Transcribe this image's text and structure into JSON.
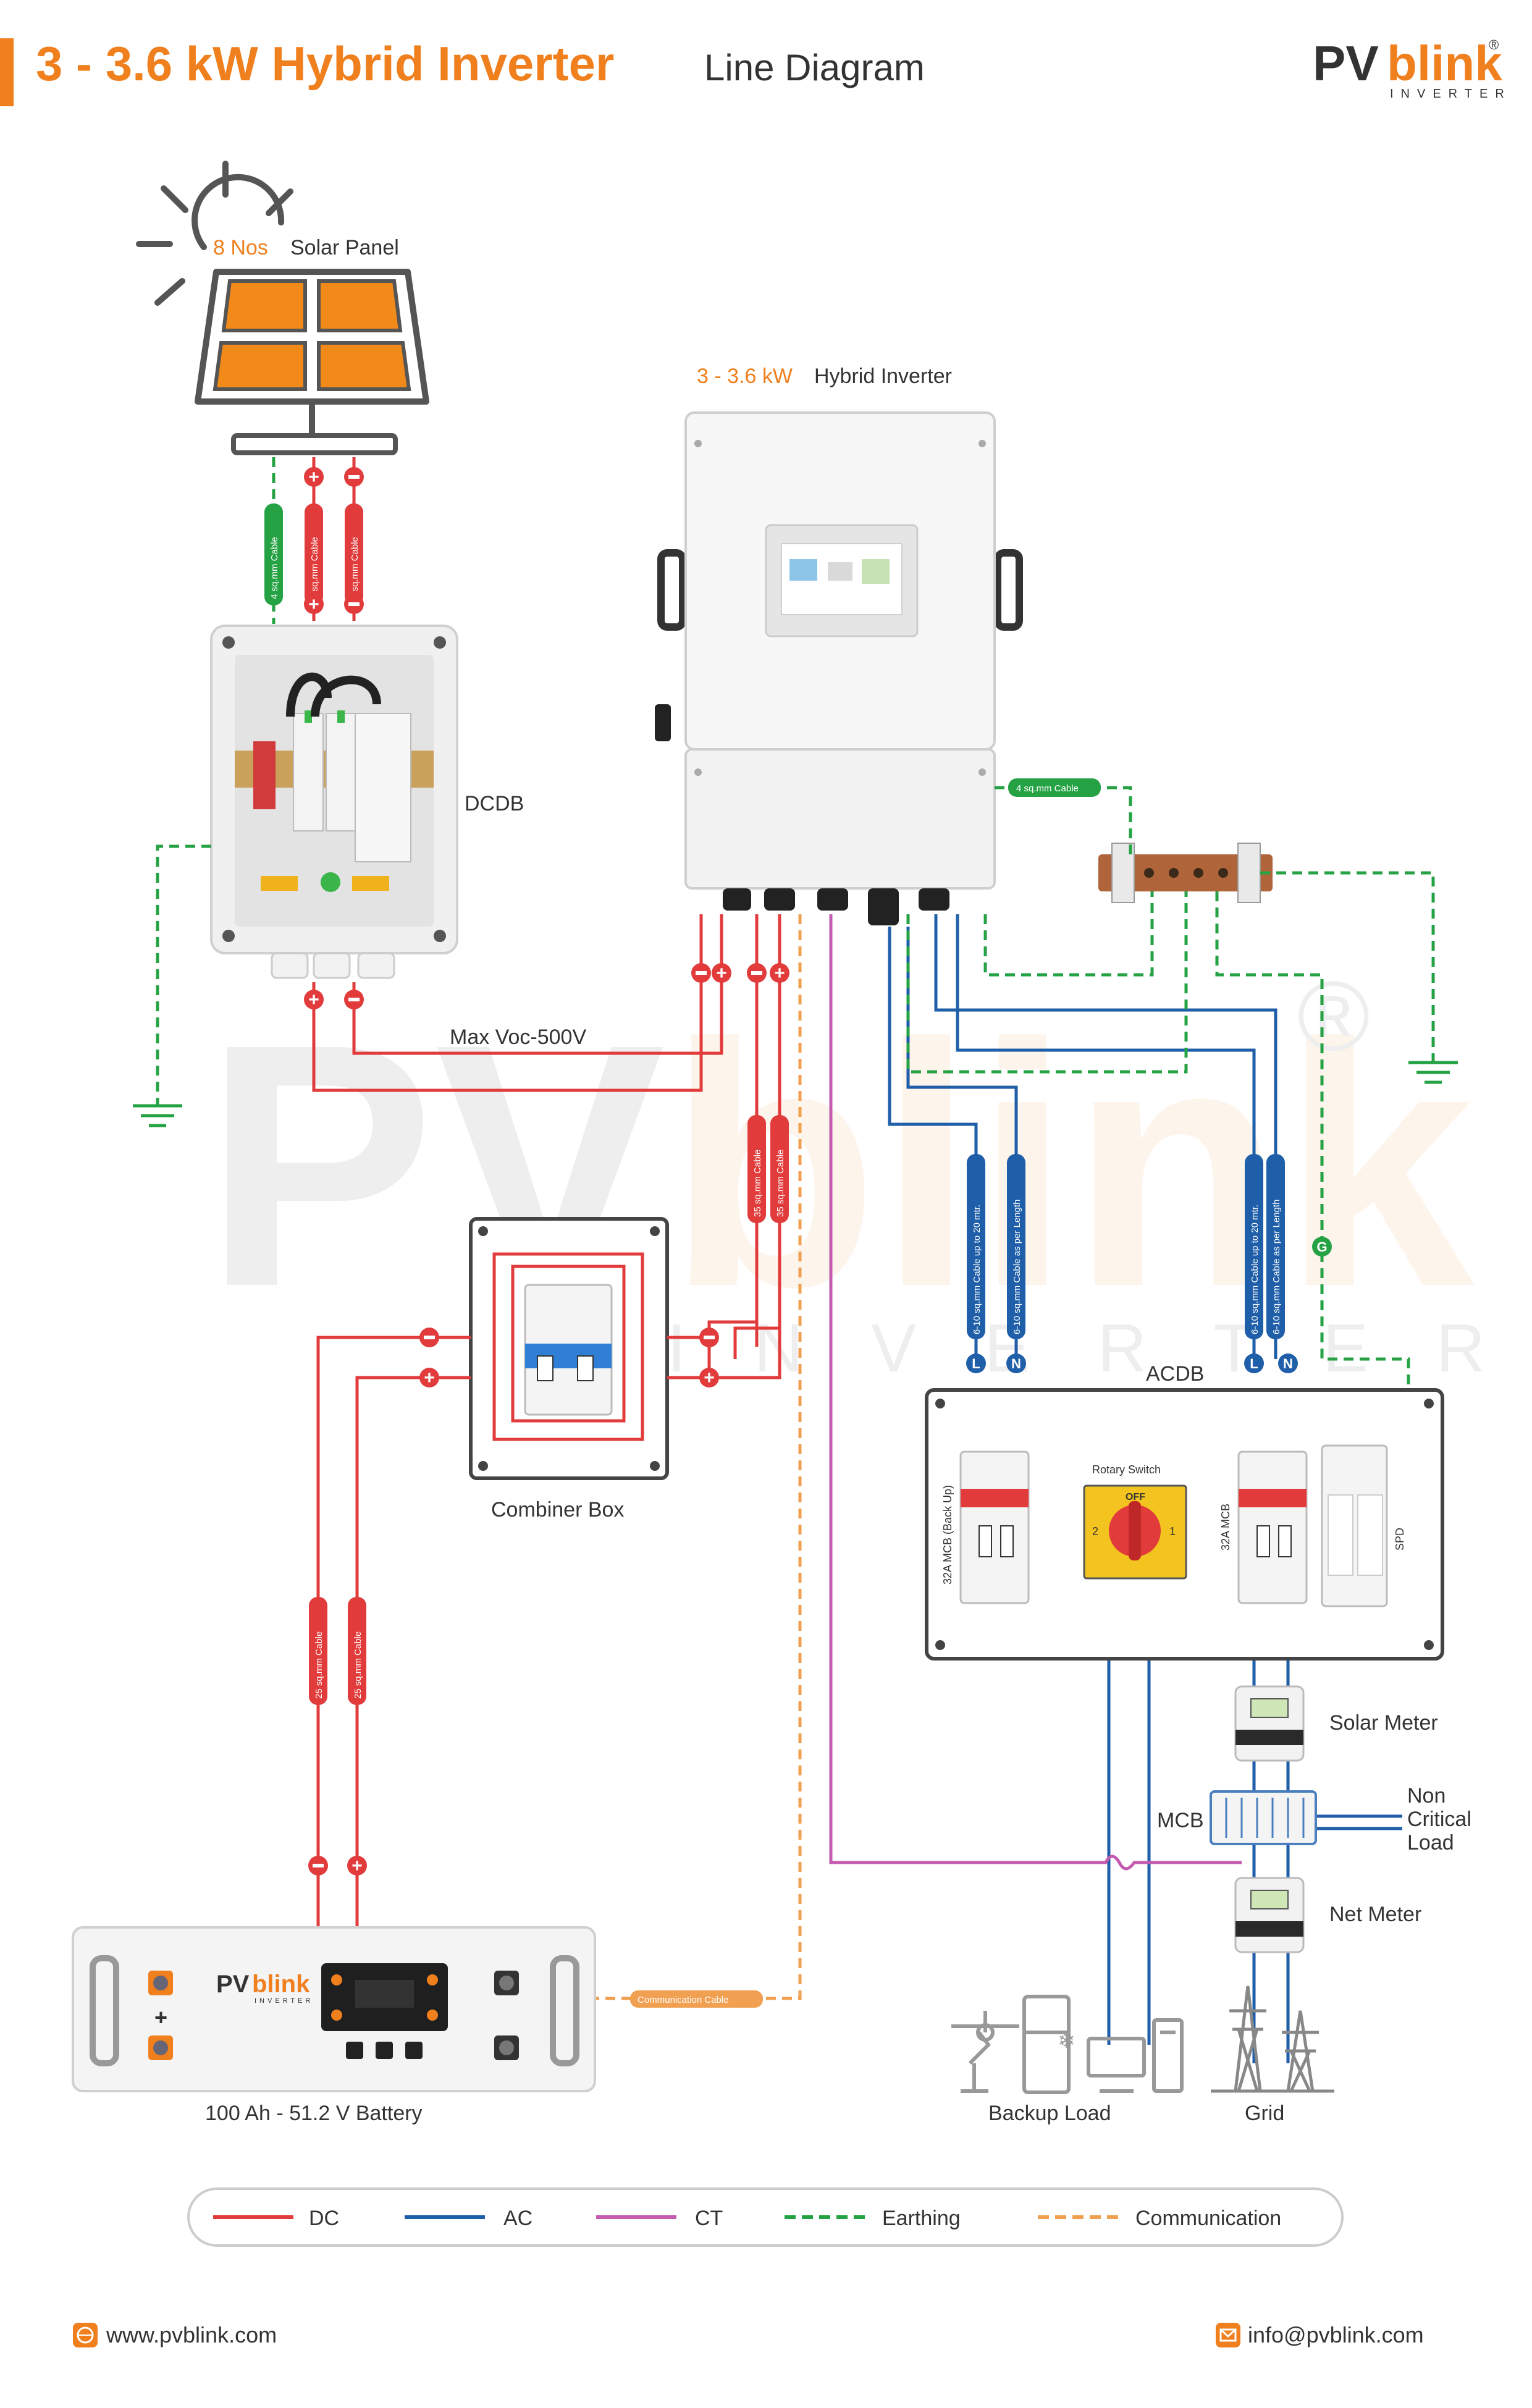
{
  "header": {
    "title_power": "3 - 3.6 kW Hybrid Inverter",
    "title_rest": "Line Diagram",
    "logo_pv": "PV",
    "logo_blink": "blink",
    "logo_sub": "INVERTER",
    "reg": "®"
  },
  "solar": {
    "qty": "8 Nos",
    "label": "Solar Panel"
  },
  "inverter": {
    "power": "3 - 3.6 kW",
    "label": "Hybrid Inverter"
  },
  "dcdb": {
    "label": "DCDB"
  },
  "cables": {
    "solar_earth": "4 sq.mm Cable",
    "solar_pos": "4 sq.mm Cable",
    "solar_neg": "4 sq.mm Cable",
    "inv_earth": "4 sq.mm Cable",
    "battery_link_1": "35 sq.mm Cable",
    "battery_link_2": "35 sq.mm Cable",
    "battery_1": "25 sq.mm Cable",
    "battery_2": "25 sq.mm Cable",
    "ac_backup_l": "6-10 sq.mm Cable up to 20 mtr.",
    "ac_backup_n": "6-10 sq.mm Cable as per Length",
    "ac_grid_l": "6-10 sq.mm Cable up to 20 mtr.",
    "ac_grid_n": "6-10 sq.mm Cable as per Length",
    "communication": "Communication Cable"
  },
  "max_voc": "Max Voc-500V",
  "combiner": {
    "label": "Combiner Box"
  },
  "acdb": {
    "label": "ACDB",
    "backup_mcb": "32A MCB (Back Up)",
    "grid_mcb": "32A MCB",
    "rotary_title": "Rotary Switch",
    "rotary_off": "OFF",
    "rotary_pos_left": "2",
    "rotary_pos_right": "1",
    "spd": "SPD",
    "l": "L",
    "n": "N",
    "g": "G"
  },
  "meters": {
    "solar": "Solar Meter",
    "mcb": "MCB",
    "non_critical_1": "Non",
    "non_critical_2": "Critical",
    "non_critical_3": "Load",
    "net": "Net Meter"
  },
  "battery": {
    "label": "100 Ah - 51.2 V Battery",
    "brand_pv": "PV",
    "brand_blink": "blink",
    "brand_sub": "INVERTER",
    "plus": "+"
  },
  "loads": {
    "backup": "Backup Load",
    "grid": "Grid"
  },
  "legend": [
    {
      "name": "DC",
      "color": "#e23b3b"
    },
    {
      "name": "AC",
      "color": "#1f5ea8"
    },
    {
      "name": "CT",
      "color": "#c45bb0"
    },
    {
      "name": "Earthing",
      "color": "#25a244"
    },
    {
      "name": "Communication",
      "color": "#f0a050"
    }
  ],
  "footer": {
    "website": "www.pvblink.com",
    "email": "info@pvblink.com"
  },
  "colors": {
    "accent": "#f07f1e",
    "dc": "#e23b3b",
    "ac": "#1f5ea8",
    "ct": "#c45bb0",
    "earth": "#25a244",
    "comm": "#f0a050"
  },
  "icons": [
    "sun-icon",
    "ceiling-fan-icon",
    "refrigerator-icon",
    "desk-lamp-icon",
    "monitor-icon",
    "cpu-tower-icon",
    "transmission-tower-icon",
    "globe-icon",
    "mail-icon"
  ]
}
